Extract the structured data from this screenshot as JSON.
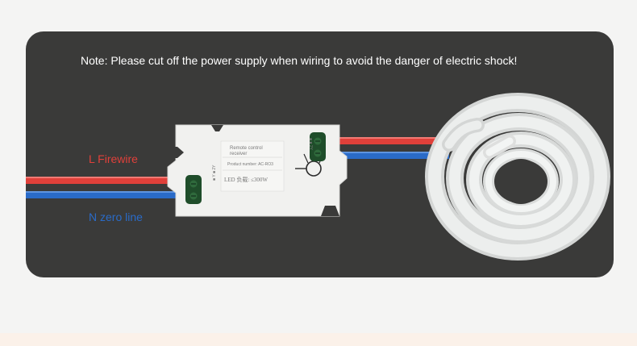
{
  "note": "Note: Please cut off the power supply when wiring to avoid the danger of electric shock!",
  "labels": {
    "live": "L Firewire",
    "neutral": "N zero line"
  },
  "receiver": {
    "title": "Remote control receiver",
    "product_number": "Product number: AC-RO3",
    "load": "LED 负载: ≤300W",
    "input_side": "■ Y ■ 2Y",
    "output_side": "■ ■ 2Y"
  },
  "colors": {
    "panel": "#3a3a39",
    "live_wire": "#e0403a",
    "neutral_wire": "#2a6bc8",
    "strip": "#e9ebea"
  }
}
